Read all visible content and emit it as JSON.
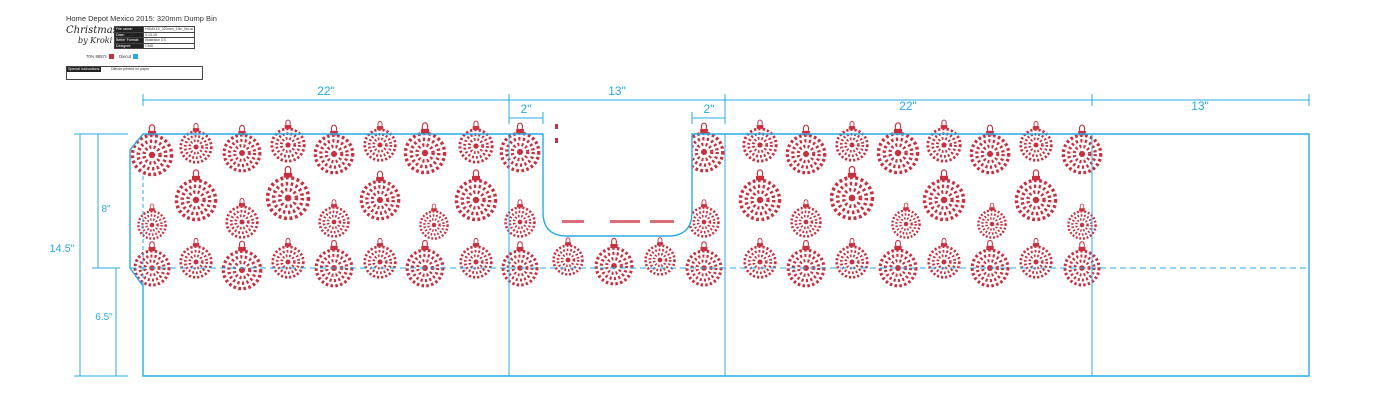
{
  "header": {
    "title": "Home Depot Mexico 2015: 320mm Dump Bin",
    "logo_line1": "Christmas",
    "logo_line2": "by Kroki",
    "fields": [
      {
        "label": "File name:",
        "value": "HDMX15_320mm_13in_bin.ai"
      },
      {
        "label": "Date:",
        "value": "5.13.15"
      },
      {
        "label": "Better Format:",
        "value": "Illustrator CS"
      },
      {
        "label": "Designer:",
        "value": "CMD"
      }
    ],
    "swatch_print_label": "70% 8857c",
    "swatch_diecut_label": "Diecut",
    "notes_label": "Special Instructions:",
    "notes_value": "Diffuse printed on paper"
  },
  "colors": {
    "dieline": "#29abe2",
    "print": "#c8303f",
    "ink": "#222222"
  },
  "dimensions": {
    "top": [
      "22\"",
      "2\"",
      "13\"",
      "2\"",
      "22\"",
      "13\""
    ],
    "left_total": "14.5\"",
    "left_upper": "8\"",
    "left_lower": "6.5\""
  },
  "artwork": {
    "motif": "ornament-bauble-icon"
  }
}
